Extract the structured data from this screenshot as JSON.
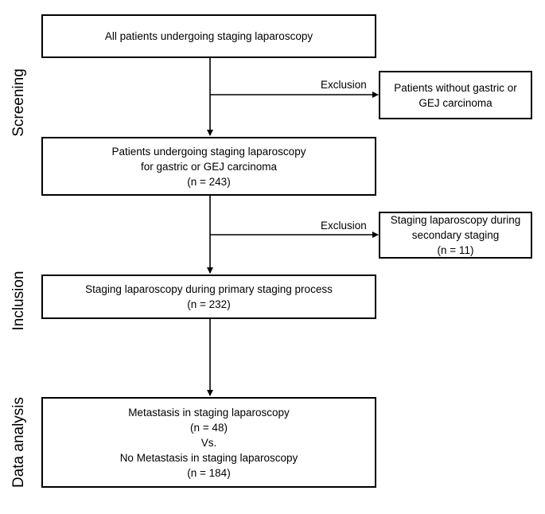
{
  "stages": {
    "screening": "Screening",
    "inclusion": "Inclusion",
    "data_analysis": "Data analysis"
  },
  "boxes": {
    "all_patients": {
      "line1": "All patients undergoing staging laparoscopy"
    },
    "gastric_gej": {
      "line1": "Patients undergoing staging laparoscopy",
      "line2": "for gastric or GEJ carcinoma",
      "line3": "(n = 243)"
    },
    "primary_staging": {
      "line1": "Staging laparoscopy during primary staging process",
      "line2": "(n = 232)"
    },
    "data_analysis": {
      "line1": "Metastasis in staging laparoscopy",
      "line2": "(n = 48)",
      "line3": "Vs.",
      "line4": "No Metastasis in staging laparoscopy",
      "line5": "(n = 184)"
    },
    "exclusion_1": {
      "line1": "Patients without gastric or",
      "line2": "GEJ carcinoma"
    },
    "exclusion_2": {
      "line1": "Staging laparoscopy during",
      "line2": "secondary staging",
      "line3": "(n = 11)"
    }
  },
  "exclusion_labels": {
    "first": "Exclusion",
    "second": "Exclusion"
  }
}
